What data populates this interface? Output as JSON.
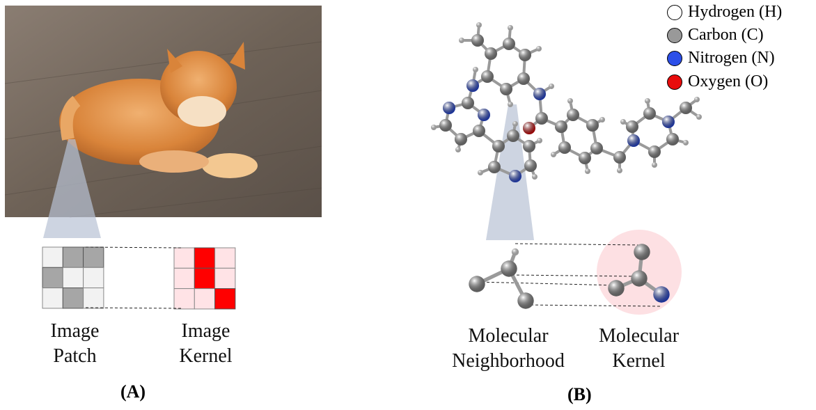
{
  "panel_a": {
    "caption": "(A)",
    "patch_label": [
      "Image",
      "Patch"
    ],
    "kernel_label": [
      "Image",
      "Kernel"
    ],
    "patch_grid": [
      [
        0,
        1,
        1
      ],
      [
        1,
        0,
        0
      ],
      [
        0,
        1,
        0
      ]
    ],
    "kernel_grid": [
      [
        0,
        1,
        0
      ],
      [
        0,
        1,
        0
      ],
      [
        0,
        0,
        1
      ]
    ]
  },
  "panel_b": {
    "caption": "(B)",
    "neighborhood_label": [
      "Molecular",
      "Neighborhood"
    ],
    "kernel_label": [
      "Molecular",
      "Kernel"
    ]
  },
  "legend": [
    {
      "label": "Hydrogen (H)",
      "color": "#ffffff"
    },
    {
      "label": "Carbon (C)",
      "color": "#999999"
    },
    {
      "label": "Nitrogen (N)",
      "color": "#2c4fe8"
    },
    {
      "label": "Oxygen (O)",
      "color": "#e80c0c"
    }
  ]
}
